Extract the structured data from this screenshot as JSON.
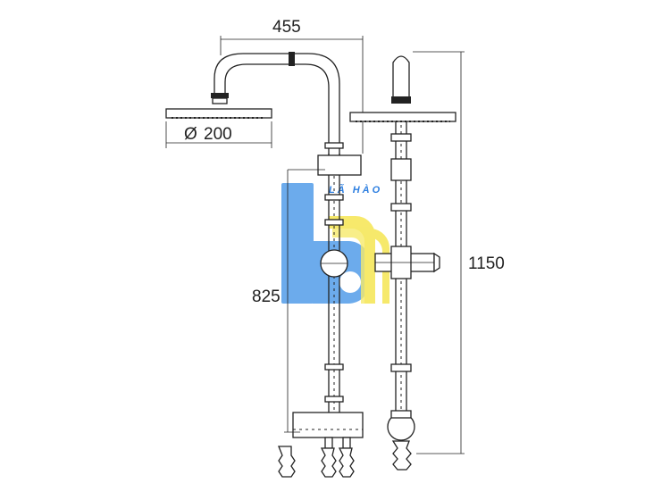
{
  "dimensions": {
    "top_width": "455",
    "head_diameter": "200",
    "diameter_symbol": "Ø",
    "bar_height": "825",
    "total_height": "1150"
  },
  "watermark": {
    "brand_text": "LÃ HÀO",
    "colors": {
      "blue": "#3b8fe6",
      "yellow": "#f4e23a",
      "text_blue": "#2e7fe0"
    }
  }
}
